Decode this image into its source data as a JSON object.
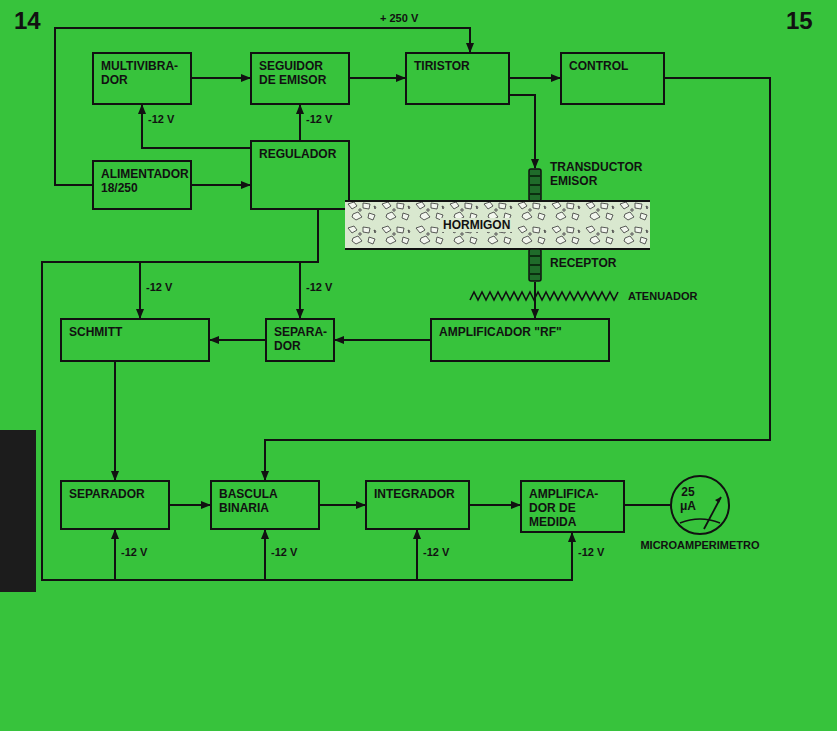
{
  "diagram": {
    "nodes": [
      {
        "text": [
          "MULTIVIBRA- DOR"
        ]
      },
      {
        "text": [
          "SEGUIDOR DE EMISOR"
        ]
      },
      {
        "text": [
          "TIRISTOR"
        ]
      },
      {
        "text": [
          "CONTROL"
        ]
      },
      {
        "text": [
          "ALIMENTADOR 18/250"
        ]
      },
      {
        "text": [
          "REGULADOR"
        ]
      },
      {
        "text": [
          "TRANSDUCTOR EMISOR"
        ]
      },
      {
        "text": [
          "HORMIGON"
        ]
      },
      {
        "text": [
          "RECEPTOR"
        ]
      },
      {
        "text": [
          "SCHMITT"
        ]
      },
      {
        "text": [
          "SEPARA- DOR"
        ]
      },
      {
        "text": [
          "AMPLIFICADOR \"RF\""
        ]
      },
      {
        "text": [
          "SEPARADOR"
        ]
      },
      {
        "text": [
          "BASCULA BINARIA"
        ]
      },
      {
        "text": [
          "INTEGRADOR"
        ]
      },
      {
        "text": [
          "AMPLIFICA- DOR DE MEDIDA"
        ]
      },
      {
        "text": [
          "25 μA",
          "MICROAMPERIMETRO"
        ]
      }
    ],
    "edges": [
      {
        "from": 0,
        "to": 1,
        "arrow": "to"
      },
      {
        "from": 1,
        "to": 2,
        "arrow": "to"
      },
      {
        "from": 2,
        "to": 3,
        "arrow": "to"
      },
      {
        "from": 2,
        "to": 6,
        "arrow": "to"
      },
      {
        "from": 4,
        "to": 5,
        "arrow": "to"
      },
      {
        "from": 4,
        "to": 2,
        "arrow": "to",
        "label": "+ 250 V"
      },
      {
        "from": 5,
        "to": 0,
        "arrow": "to",
        "label": "-12 V"
      },
      {
        "from": 5,
        "to": 1,
        "arrow": "to",
        "label": "-12 V"
      },
      {
        "from": 8,
        "to": 11,
        "arrow": "to",
        "label": "ATENUADOR"
      },
      {
        "from": 11,
        "to": 10,
        "arrow": "to"
      },
      {
        "from": 10,
        "to": 9,
        "arrow": "to"
      },
      {
        "from": 5,
        "to": 9,
        "arrow": "to",
        "label": "-12 V"
      },
      {
        "from": 5,
        "to": 10,
        "arrow": "to",
        "label": "-12 V"
      },
      {
        "from": 9,
        "to": 12,
        "arrow": "to"
      },
      {
        "from": 12,
        "to": 13,
        "arrow": "to"
      },
      {
        "from": 13,
        "to": 14,
        "arrow": "to"
      },
      {
        "from": 14,
        "to": 15,
        "arrow": "to"
      },
      {
        "from": 15,
        "to": 16,
        "arrow": "none"
      },
      {
        "from": 3,
        "to": 13,
        "arrow": "to"
      },
      {
        "from": 5,
        "to": 12,
        "arrow": "to",
        "label": "-12 V"
      },
      {
        "from": 5,
        "to": 13,
        "arrow": "to",
        "label": "-12 V"
      },
      {
        "from": 5,
        "to": 14,
        "arrow": "to",
        "label": "-12 V"
      },
      {
        "from": 5,
        "to": 15,
        "arrow": "to",
        "label": "-12 V"
      }
    ],
    "labels": [
      "14",
      "15"
    ]
  }
}
